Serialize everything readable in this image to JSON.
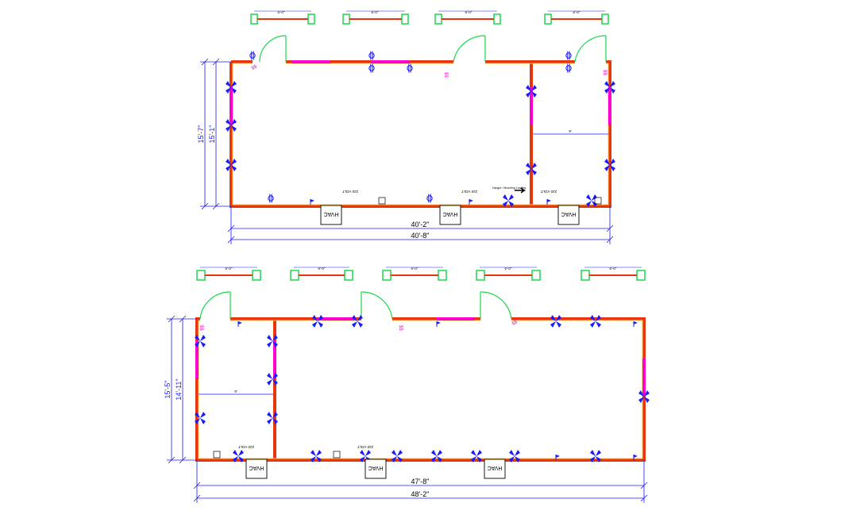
{
  "colors": {
    "wall": "#e8360c",
    "wall_inner": "#f6c84a",
    "window": "#ff00cc",
    "door": "#19d94a",
    "dimension": "#1a1aff",
    "outlet": "#1a1aff",
    "text": "#000000"
  },
  "plan_top": {
    "window_detail_labels": [
      "6'-0\"",
      "6'-0\"",
      "6'-0\"",
      "6'-0\""
    ],
    "dim_height_outer": "15'-7\"",
    "dim_height_inner": "15'-1\"",
    "dim_width_inner": "40'-2\"",
    "dim_width_outer": "40'-8\"",
    "room_dim": "9'",
    "hvac_labels": [
      "HVAC",
      "HVAC",
      "HVAC"
    ],
    "panel_labels": [
      "220 VOLT",
      "220 VOLT",
      "220 VOLT"
    ],
    "note_label": "Hanger / Mounting Loading",
    "switch_label": "$$"
  },
  "plan_bottom": {
    "window_detail_labels": [
      "6'-0\"",
      "6'-0\"",
      "6'-0\"",
      "6'-0\"",
      "6'-0\""
    ],
    "dim_height_outer": "15'-5\"",
    "dim_height_inner": "14'-11\"",
    "dim_width_inner": "47'-8\"",
    "dim_width_outer": "48'-2\"",
    "room_dim": "9'",
    "hvac_labels": [
      "HVAC",
      "HVAC",
      "HVAC"
    ],
    "panel_labels": [
      "220 VOLT",
      "220 VOLT"
    ],
    "switch_label": "$$"
  }
}
